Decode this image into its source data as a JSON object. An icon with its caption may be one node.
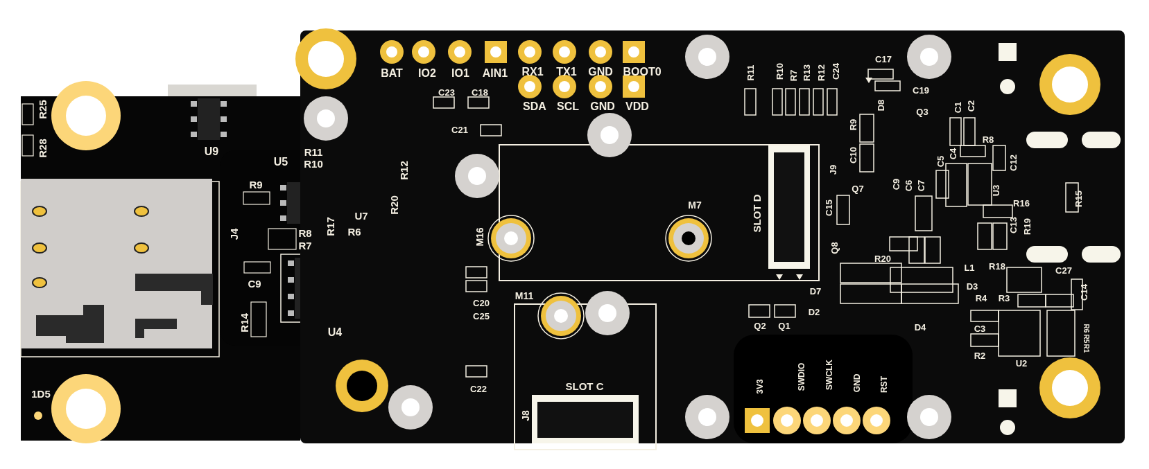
{
  "diagram": {
    "labels": [
      "R25",
      "R28",
      "U9",
      "U5",
      "R11",
      "R10",
      "R12",
      "R9",
      "R20",
      "J4",
      "R17",
      "U7",
      "R8",
      "R6",
      "R7",
      "C9",
      "R14",
      "U4",
      "1D5",
      "BAT",
      "IO2",
      "IO1",
      "AIN1",
      "RX1",
      "TX1",
      "GND",
      "BOOT0",
      "SDA",
      "SCL",
      "GND",
      "VDD",
      "C23",
      "C18",
      "C21",
      "M16",
      "M7",
      "M11",
      "C20",
      "C25",
      "C22",
      "SLOT C",
      "J8",
      "R11",
      "R10",
      "R7",
      "R13",
      "R12",
      "C24",
      "C17",
      "C19",
      "D8",
      "Q3",
      "C1",
      "C2",
      "R9",
      "C10",
      "R8",
      "C12",
      "C5",
      "C4",
      "J9",
      "SLOT D",
      "Q7",
      "C9",
      "C6",
      "C7",
      "U3",
      "R16",
      "C15",
      "C13",
      "R19",
      "R15",
      "Q8",
      "R20",
      "L1",
      "R18",
      "C27",
      "D7",
      "D2",
      "Q2",
      "Q1",
      "D3",
      "R4",
      "R3",
      "C14",
      "D4",
      "C3",
      "R2",
      "U2",
      "R6",
      "R5",
      "R1",
      "3V3",
      "SWDIO",
      "SWCLK",
      "GND",
      "RST"
    ]
  }
}
